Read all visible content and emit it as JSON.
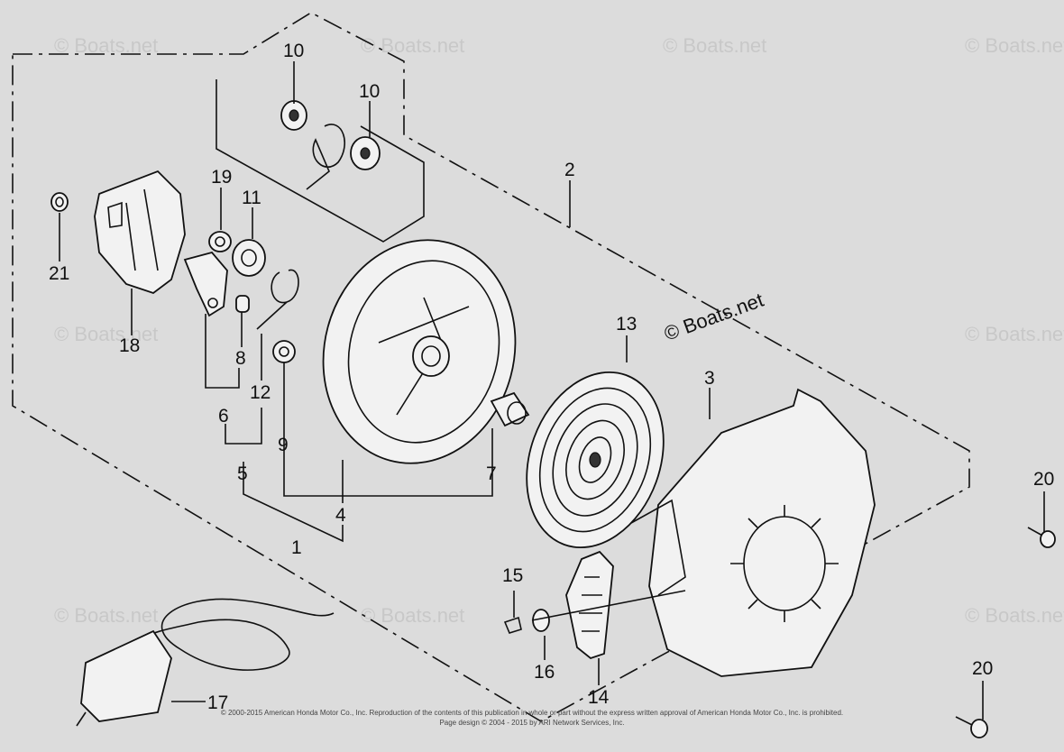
{
  "watermark": {
    "text": "© Boats.net"
  },
  "callouts": {
    "c1": "1",
    "c2": "2",
    "c3": "3",
    "c4": "4",
    "c5": "5",
    "c6": "6",
    "c7": "7",
    "c8": "8",
    "c9": "9",
    "c10a": "10",
    "c10b": "10",
    "c11": "11",
    "c12": "12",
    "c13": "13",
    "c14": "14",
    "c15": "15",
    "c16": "16",
    "c17": "17",
    "c18": "18",
    "c19": "19",
    "c20a": "20",
    "c20b": "20",
    "c21": "21"
  },
  "footer": {
    "line1": "© 2000-2015 American Honda Motor Co., Inc. Reproduction of the contents of this publication in whole or part without the express written approval of American Honda Motor Co., Inc. is prohibited.",
    "line2": "Page design © 2004 - 2015 by ARI Network Services, Inc."
  }
}
